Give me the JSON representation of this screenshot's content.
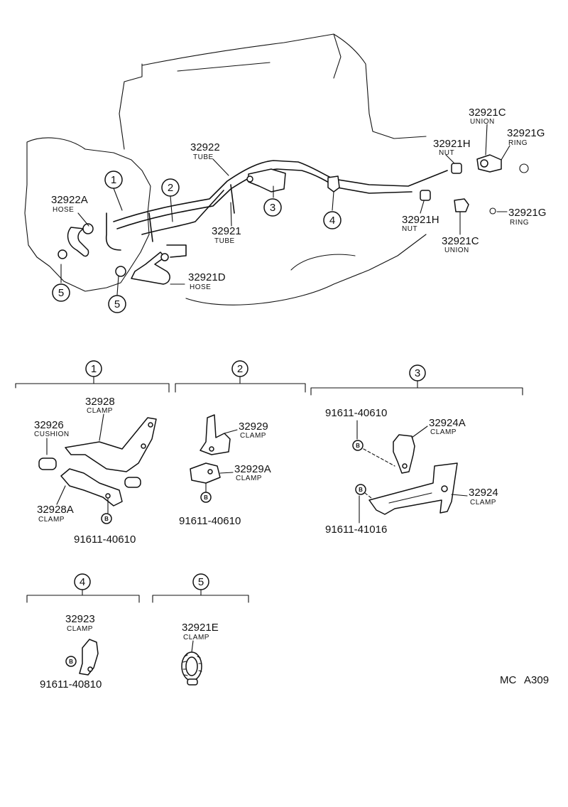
{
  "top": {
    "callouts": [
      "1",
      "2",
      "3",
      "4",
      "5",
      "5"
    ],
    "labels": {
      "p32922_num": "32922",
      "p32922_sub": "TUBE",
      "p32921_num": "32921",
      "p32921_sub": "TUBE",
      "p32922A_num": "32922A",
      "p32922A_sub": "HOSE",
      "p32921D_num": "32921D",
      "p32921D_sub": "HOSE",
      "p32921C_top_num": "32921C",
      "p32921C_top_sub": "UNION",
      "p32921G_top_num": "32921G",
      "p32921G_top_sub": "RING",
      "p32921H_top_num": "32921H",
      "p32921H_top_sub": "NUT",
      "p32921H_bot_num": "32921H",
      "p32921H_bot_sub": "NUT",
      "p32921C_bot_num": "32921C",
      "p32921C_bot_sub": "UNION",
      "p32921G_bot_num": "32921G",
      "p32921G_bot_sub": "RING"
    }
  },
  "groups": {
    "g1": {
      "num": "1",
      "clamp32928_num": "32928",
      "clamp32928_sub": "CLAMP",
      "cushion_num": "32926",
      "cushion_sub": "CUSHION",
      "clamp32928A_num": "32928A",
      "clamp32928A_sub": "CLAMP",
      "bolt_mark": "B",
      "bolt_num": "91611-40610"
    },
    "g2": {
      "num": "2",
      "clamp32929_num": "32929",
      "clamp32929_sub": "CLAMP",
      "clamp32929A_num": "32929A",
      "clamp32929A_sub": "CLAMP",
      "bolt_mark": "B",
      "bolt_num": "91611-40610"
    },
    "g3": {
      "num": "3",
      "bolt1_num": "91611-40610",
      "bolt1_mark": "B",
      "clamp32924A_num": "32924A",
      "clamp32924A_sub": "CLAMP",
      "bolt2_mark": "B",
      "clamp32924_num": "32924",
      "clamp32924_sub": "CLAMP",
      "bolt2_num": "91611-41016"
    },
    "g4": {
      "num": "4",
      "clamp32923_num": "32923",
      "clamp32923_sub": "CLAMP",
      "bolt_mark": "B",
      "bolt_num": "91611-40810"
    },
    "g5": {
      "num": "5",
      "clamp32921E_num": "32921E",
      "clamp32921E_sub": "CLAMP"
    }
  },
  "footer": {
    "code_left": "MC",
    "code_right": "A309"
  }
}
